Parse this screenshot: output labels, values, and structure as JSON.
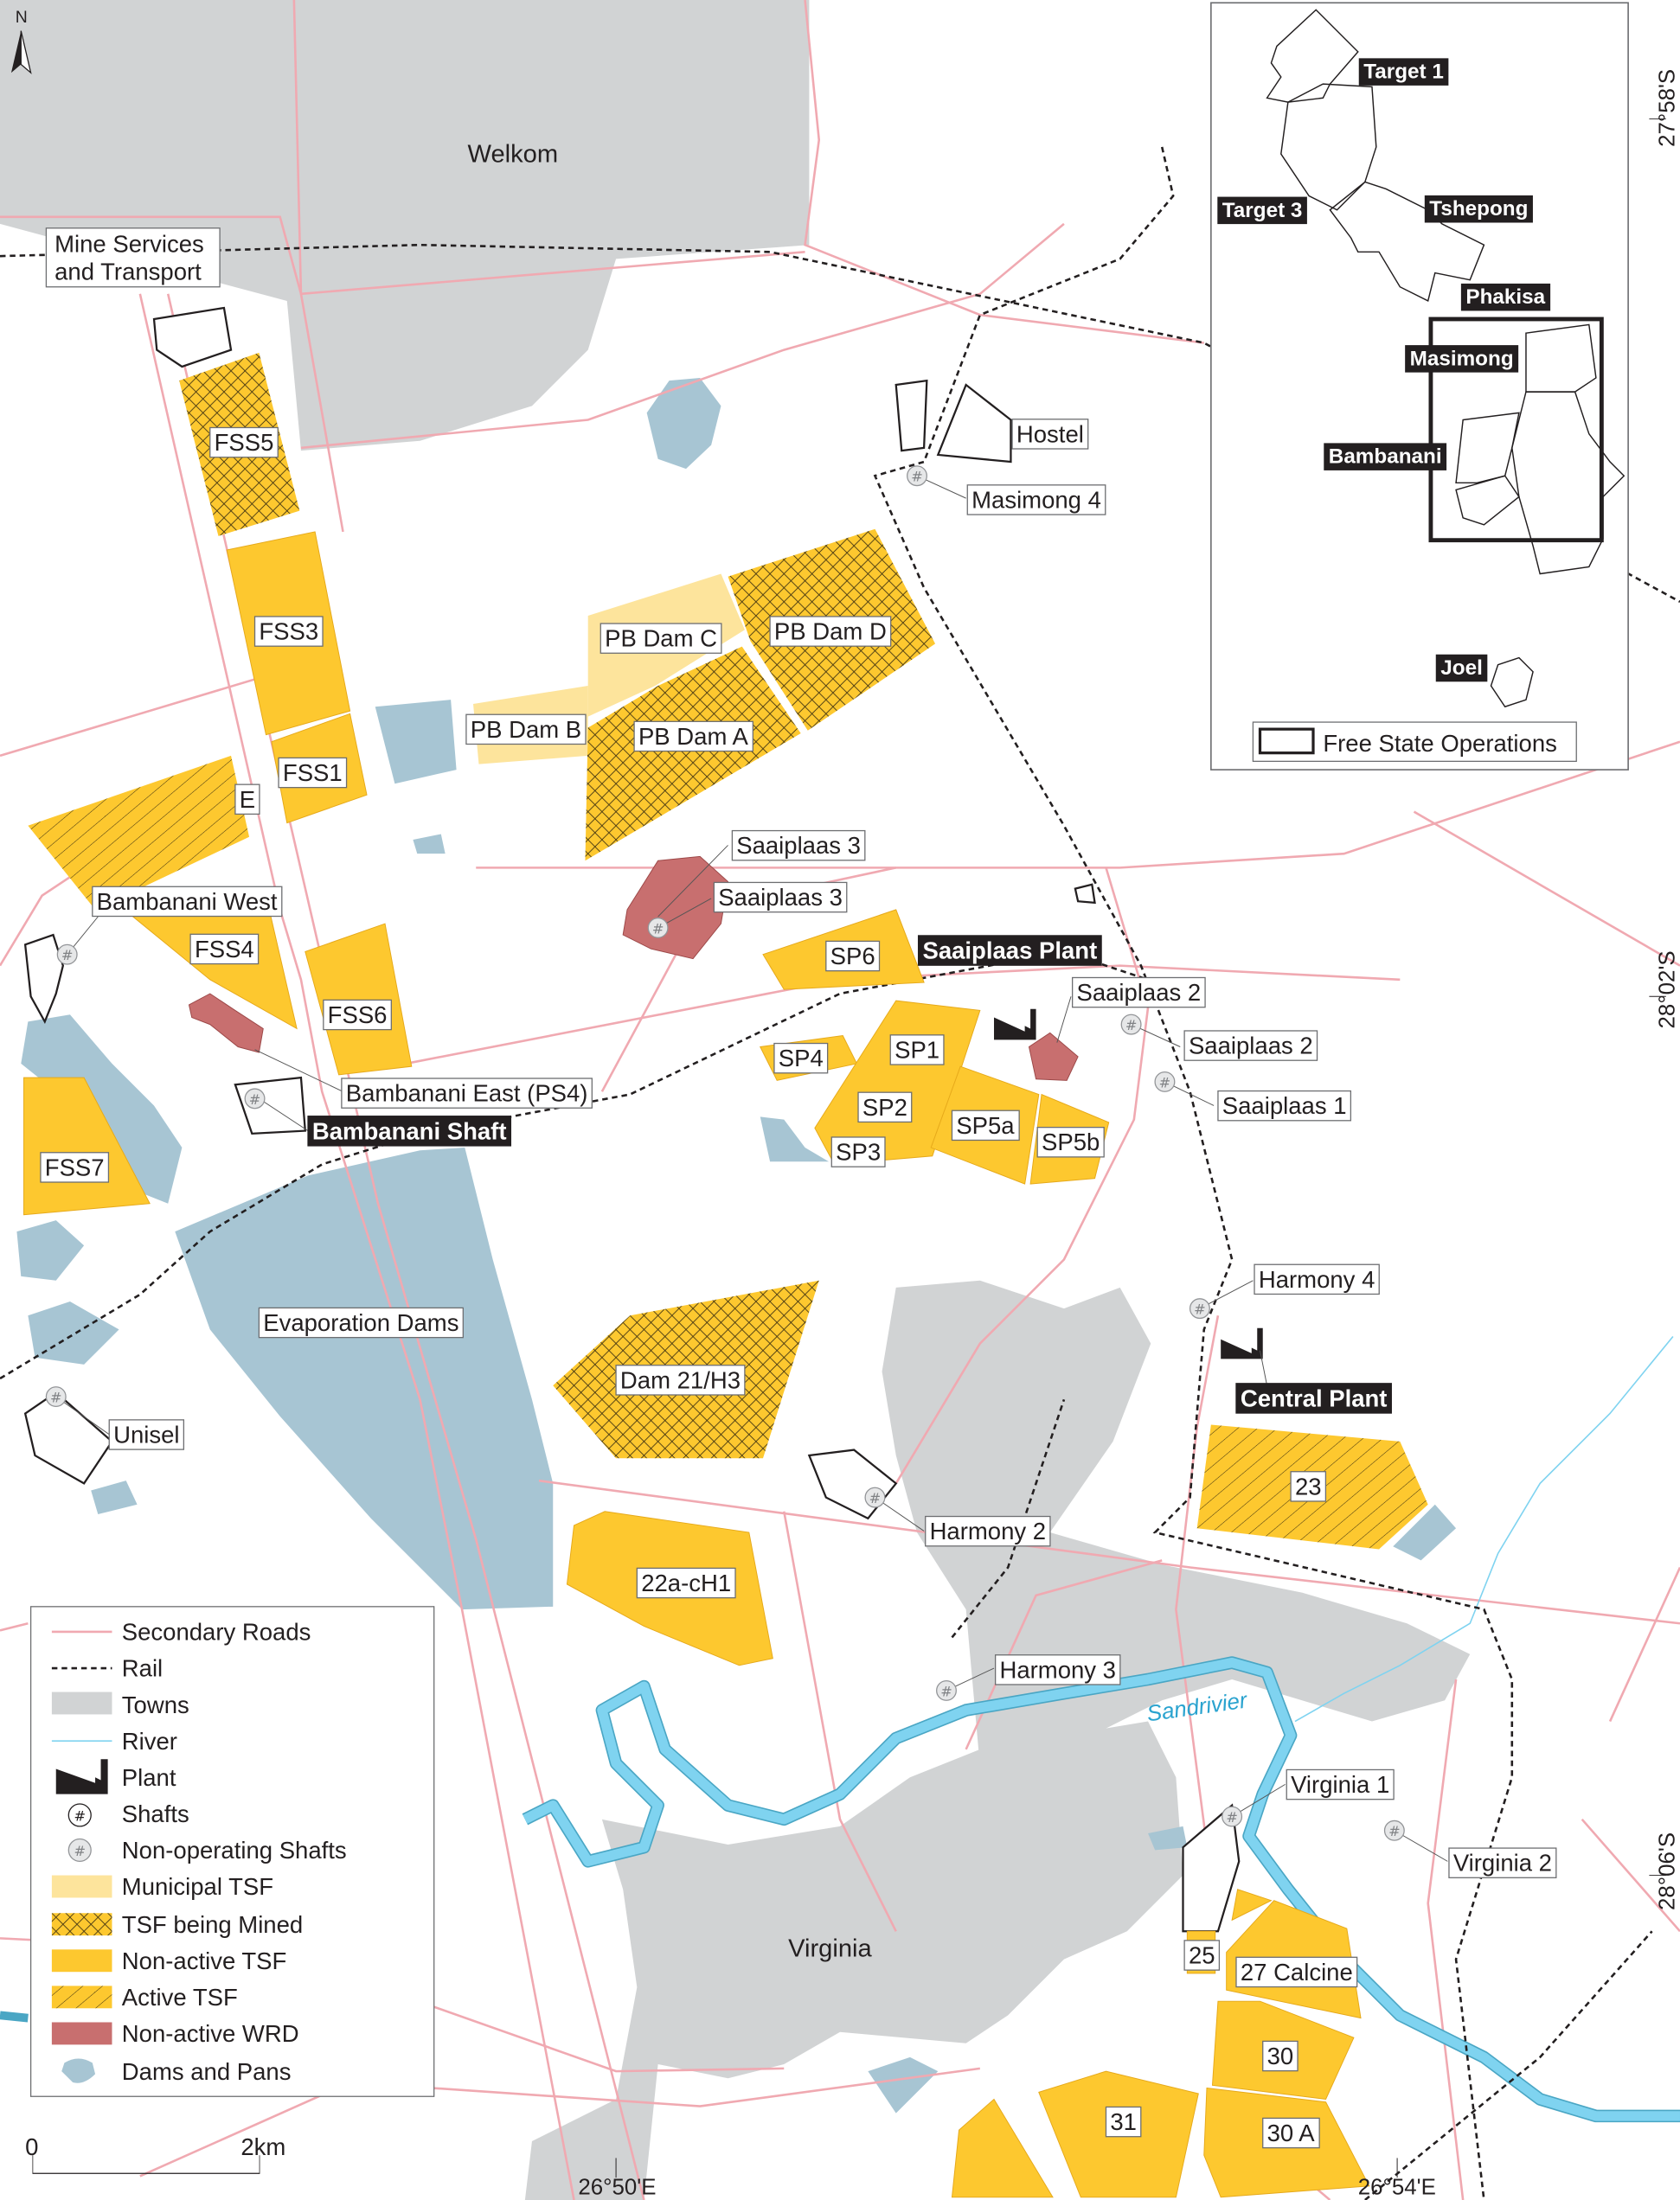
{
  "colors": {
    "town": "#d1d3d4",
    "water": "#a7c5d3",
    "river": "#7fd3f0",
    "road": "#f0a9b1",
    "non_active_tsf": "#fdc82f",
    "municipal_tsf": "#fde49c",
    "wrd": "#c86f6f",
    "label_dark": "#231f20"
  },
  "north": {
    "label": "N",
    "icon": "north-arrow-icon"
  },
  "places": {
    "welkom": "Welkom",
    "mine_services_1": "Mine Services",
    "mine_services_2": "and Transport",
    "hostel": "Hostel",
    "masimong4": "Masimong 4",
    "fss5": "FSS5",
    "fss3": "FSS3",
    "fss1": "FSS1",
    "e": "E",
    "pb_dam_c": "PB Dam C",
    "pb_dam_d": "PB Dam D",
    "pb_dam_b": "PB Dam B",
    "pb_dam_a": "PB Dam A",
    "saaiplaas3_a": "Saaiplaas 3",
    "saaiplaas3_b": "Saaiplaas 3",
    "bambanani_west": "Bambanani West",
    "fss4": "FSS4",
    "fss6": "FSS6",
    "saaiplaas_plant": "Saaiplaas Plant",
    "saaiplaas2_a": "Saaiplaas 2",
    "saaiplaas2_b": "Saaiplaas 2",
    "saaiplaas1": "Saaiplaas 1",
    "sp6": "SP6",
    "sp1": "SP1",
    "sp4": "SP4",
    "sp2": "SP2",
    "sp5a": "SP5a",
    "sp3": "SP3",
    "sp5b": "SP5b",
    "bambanani_east": "Bambanani East (PS4)",
    "bambanani_shaft": "Bambanani Shaft",
    "fss7": "FSS7",
    "evaporation_dams": "Evaporation Dams",
    "harmony4": "Harmony 4",
    "central_plant": "Central Plant",
    "dam21": "Dam 21/H3",
    "unisel": "Unisel",
    "t23": "23",
    "harmony2": "Harmony 2",
    "t22a": "22a-cH1",
    "harmony3": "Harmony 3",
    "sandrivier": "Sandrivier",
    "virginia1": "Virginia 1",
    "virginia2": "Virginia 2",
    "virginia": "Virginia",
    "t25": "25",
    "t27": "27 Calcine",
    "t30": "30",
    "t31": "31",
    "t30a": "30 A"
  },
  "coordinates": {
    "lat1": "27°58'S",
    "lat2": "28°02'S",
    "lat3": "28°06'S",
    "lon1": "26°50'E",
    "lon2": "26°54'E"
  },
  "inset": {
    "labels": {
      "target1": "Target 1",
      "target3": "Target 3",
      "tshepong": "Tshepong",
      "phakisa": "Phakisa",
      "masimong": "Masimong",
      "bambanani": "Bambanani",
      "joel": "Joel"
    },
    "legend": "Free State Operations"
  },
  "legend": {
    "items": [
      {
        "label": "Secondary Roads",
        "icon": "road-line-icon"
      },
      {
        "label": "Rail",
        "icon": "rail-line-icon"
      },
      {
        "label": "Towns",
        "icon": "town-swatch-icon"
      },
      {
        "label": "River",
        "icon": "river-line-icon"
      },
      {
        "label": "Plant",
        "icon": "plant-icon"
      },
      {
        "label": "Shafts",
        "icon": "shaft-icon"
      },
      {
        "label": "Non-operating Shafts",
        "icon": "non-operating-shaft-icon"
      },
      {
        "label": "Municipal TSF",
        "icon": "municipal-tsf-swatch-icon"
      },
      {
        "label": "TSF being Mined",
        "icon": "crosshatch-swatch-icon"
      },
      {
        "label": "Non-active TSF",
        "icon": "non-active-tsf-swatch-icon"
      },
      {
        "label": "Active TSF",
        "icon": "hatch-swatch-icon"
      },
      {
        "label": "Non-active WRD",
        "icon": "wrd-swatch-icon"
      },
      {
        "label": "Dams and Pans",
        "icon": "dam-icon"
      }
    ]
  },
  "scale": {
    "start": "0",
    "end": "2km"
  }
}
